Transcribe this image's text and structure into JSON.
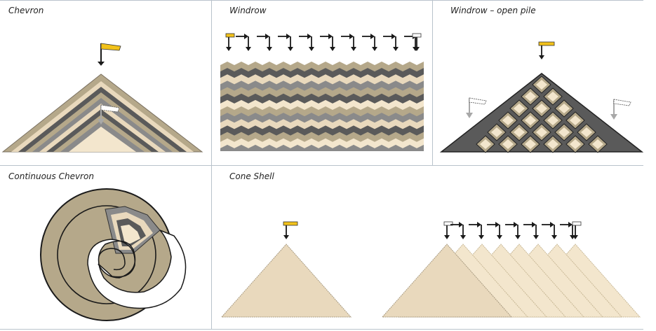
{
  "panels": {
    "chevron": {
      "title": "Chevron"
    },
    "windrow": {
      "title": "Windrow"
    },
    "windrow_open": {
      "title": "Windrow – open pile"
    },
    "continuous_chevron": {
      "title": "Continuous Chevron"
    },
    "cone_shell": {
      "title": "Cone Shell"
    }
  },
  "colors": {
    "khaki": "#b5a88a",
    "dark_grey": "#5a5a5a",
    "mid_grey": "#8a8a8a",
    "light_sand": "#e9d9bd",
    "cream": "#f3e6cd",
    "flag_yellow": "#f2c21a",
    "arrow": "#1a1a1a",
    "ghost_arrow": "#a8a8a8",
    "divider": "#b9c3cc"
  },
  "icons": [
    "flag-icon",
    "stacker-arrow-icon",
    "ghost-flag-icon"
  ]
}
